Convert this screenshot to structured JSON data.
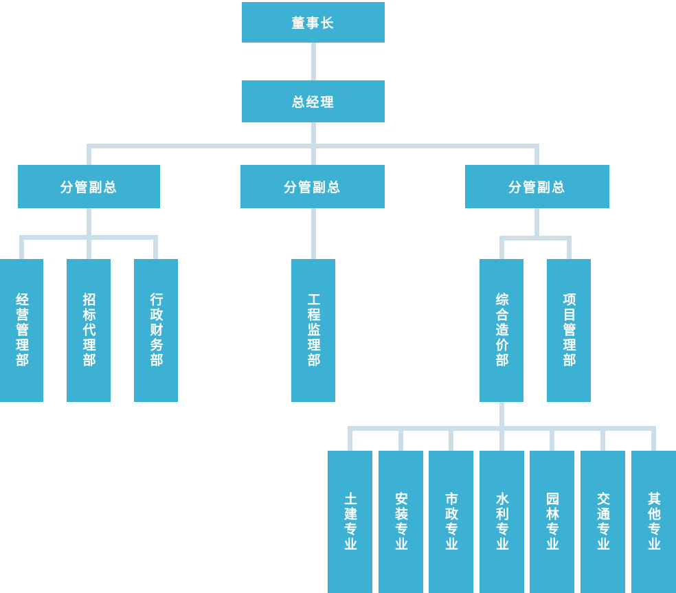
{
  "org_chart": {
    "chairman": {
      "label": "董事长"
    },
    "general_manager": {
      "label": "总经理"
    },
    "deputies": [
      {
        "label": "分管副总",
        "departments": [
          {
            "label": "经营管理部"
          },
          {
            "label": "招标代理部"
          },
          {
            "label": "行政财务部"
          }
        ]
      },
      {
        "label": "分管副总",
        "departments": [
          {
            "label": "工程监理部"
          }
        ]
      },
      {
        "label": "分管副总",
        "departments": [
          {
            "label": "综合造价部",
            "specialties": [
              {
                "label": "土建专业"
              },
              {
                "label": "安装专业"
              },
              {
                "label": "市政专业"
              },
              {
                "label": "水利专业"
              },
              {
                "label": "园林专业"
              },
              {
                "label": "交通专业"
              },
              {
                "label": "其他专业"
              }
            ]
          },
          {
            "label": "项目管理部"
          }
        ]
      }
    ]
  },
  "colors": {
    "node_fill": "#3cb1d4",
    "connector": "#ccdee8",
    "node_text": "#ffffff",
    "background": "#ffffff"
  }
}
